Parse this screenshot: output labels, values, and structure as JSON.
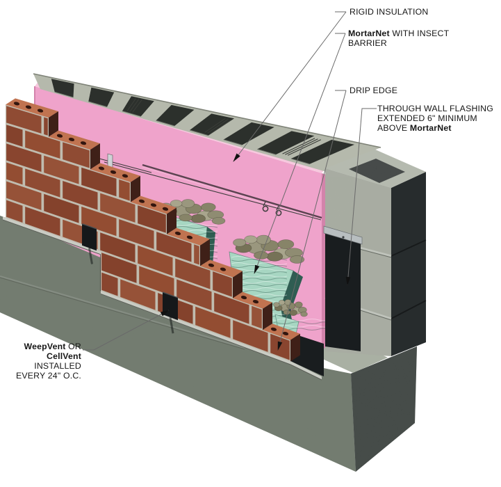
{
  "diagram": {
    "title": "Masonry cavity wall construction detail",
    "type": "construction-detail",
    "labels": {
      "rigid_insulation": {
        "text": "RIGID INSULATION"
      },
      "mortarnet": {
        "product": "MortarNet",
        "rest": " WITH INSECT",
        "line2": "BARRIER"
      },
      "drip_edge": {
        "text": "DRIP EDGE"
      },
      "through_wall_flashing": {
        "line1": "THROUGH WALL FLASHING",
        "line2": "EXTENDED 6\" MINIMUM",
        "line3_prefix": "ABOVE ",
        "line3_product": "MortarNet"
      },
      "weep_vent": {
        "product1": "WeepVent",
        "suffix1": " OR",
        "product2": "CellVent",
        "line3": "INSTALLED",
        "line4": "EVERY 24\" O.C."
      }
    },
    "components": [
      "rigid-insulation-panel",
      "mortarnet-with-insect-barrier",
      "drip-edge",
      "through-wall-flashing",
      "weep-vent",
      "brick-veneer",
      "cmu-backup-wall",
      "concrete-foundation",
      "mortar-droppings",
      "wall-ties"
    ],
    "colors": {
      "background": "#ffffff",
      "brick": "#9b4d33",
      "brick_top": "#c07350",
      "brick_end": "#3f2018",
      "brick_hole": "#32160f",
      "mortar": "#d3cdc0",
      "insulation_pink": "#efa3cb",
      "insulation_top": "#f6c9de",
      "insulation_edge": "#d383ab",
      "insulation_seam": "#5a4350",
      "cmu": "#b5b9ac",
      "cmu_top": "#c9cdc0",
      "cmu_side": "#272c2d",
      "cmu_core": "#2c302c",
      "cmu_joint": "#d8dbd2",
      "foundation": "#75806f",
      "foundation_side": "#2c3331",
      "ledge": "#a9b0a3",
      "flashing_black": "#191d1f",
      "drip_metal": "#c9ccc4",
      "termination_bar": "#b8bec0",
      "mortarnet_green": "#a7d6c2",
      "mortarnet_side": "#2f5d52",
      "rubble": "#9a977e",
      "leader": "#6a6a6a",
      "text": "#161616"
    }
  }
}
